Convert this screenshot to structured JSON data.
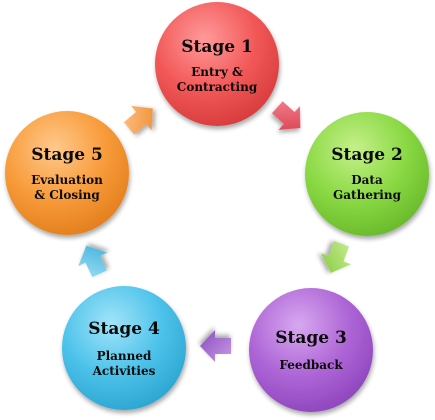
{
  "stages": [
    {
      "title": "Stage 1",
      "subtitle": [
        "Entry &",
        "Contracting"
      ],
      "color": "#ee4a4a"
    },
    {
      "title": "Stage 2",
      "subtitle": [
        "Data",
        "Gathering"
      ],
      "color": "#7ed23a"
    },
    {
      "title": "Stage 3",
      "subtitle": [
        "Feedback"
      ],
      "color": "#a257c9"
    },
    {
      "title": "Stage 4",
      "subtitle": [
        "Planned",
        "Activities"
      ],
      "color": "#3cb8e2"
    },
    {
      "title": "Stage 5",
      "subtitle": [
        "Evaluation",
        "& Closing"
      ],
      "color": "#f7962e"
    }
  ],
  "arrows": [
    {
      "from": "Stage 1",
      "to": "Stage 2",
      "color": "#e5505f"
    },
    {
      "from": "Stage 2",
      "to": "Stage 3",
      "color": "#9ad94f"
    },
    {
      "from": "Stage 3",
      "to": "Stage 4",
      "color": "#9c5ed0"
    },
    {
      "from": "Stage 4",
      "to": "Stage 5",
      "color": "#56c1ea"
    },
    {
      "from": "Stage 5",
      "to": "Stage 1",
      "color": "#f7a04a"
    }
  ]
}
